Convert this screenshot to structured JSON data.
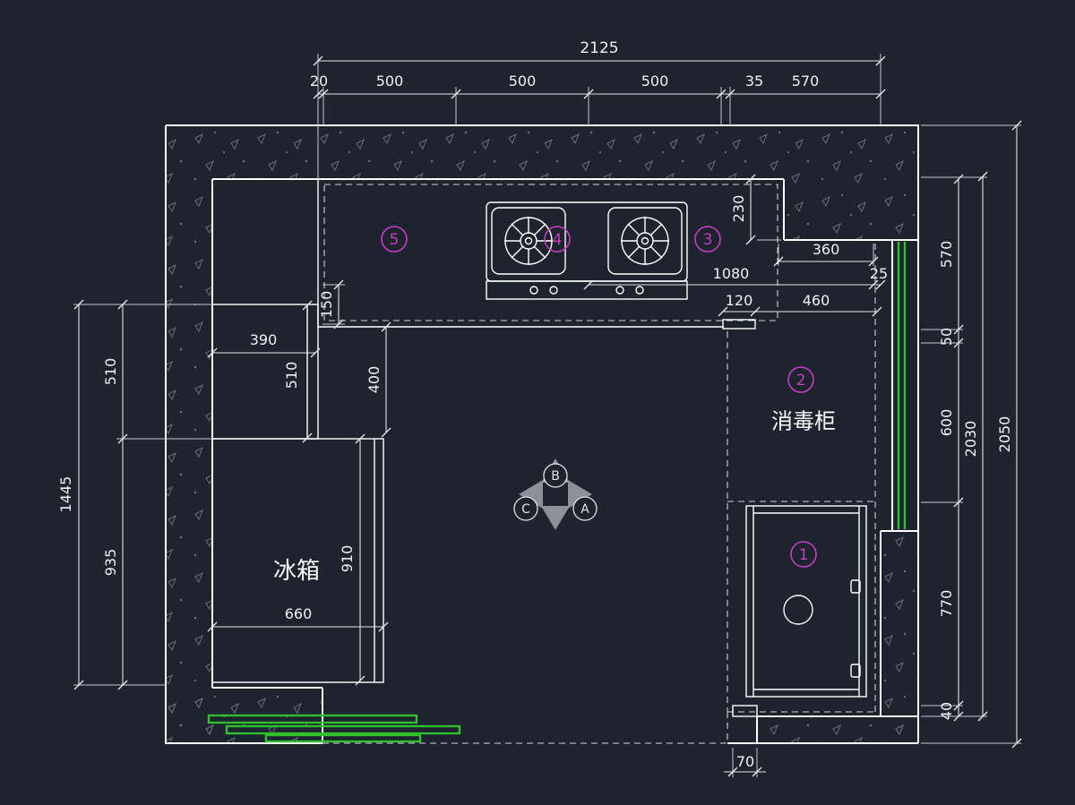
{
  "colors": {
    "background": "#1e242d",
    "wall_line": "#ffffff",
    "dim_line": "#dfe3e8",
    "dim_text": "#eef1f4",
    "magenta": "#c73bc7",
    "green": "#2fbf2f",
    "hatch": "#6f7680",
    "marker_gray": "#8b9199"
  },
  "dimensions": {
    "top_total": "2125",
    "top_chain": [
      "20",
      "500",
      "500",
      "500",
      "35",
      "570"
    ],
    "right_chain": [
      "570",
      "50",
      "600",
      "770",
      "40"
    ],
    "right_inner_total": "2030",
    "right_outer_total": "2050",
    "left_chain": [
      "510",
      "935"
    ],
    "left_total": "1445",
    "counter_return_depth": "230",
    "recess_width": "360",
    "run_length": "1080",
    "gap": "25",
    "panel_width": "120",
    "right_cabinet_width": "460",
    "upper_cabinet_width": "390",
    "upper_cabinet_depth": "510",
    "counter_overhang": "150",
    "clearance": "400",
    "fridge_depth": "910",
    "fridge_width": "660",
    "bottom_offset": "70"
  },
  "labels": {
    "sterilizer_cabinet": "消毒柜",
    "fridge": "冰箱"
  },
  "markers": {
    "num1": "1",
    "num2": "2",
    "num3": "3",
    "num4": "4",
    "num5": "5",
    "view_a": "A",
    "view_b": "B",
    "view_c": "C"
  }
}
